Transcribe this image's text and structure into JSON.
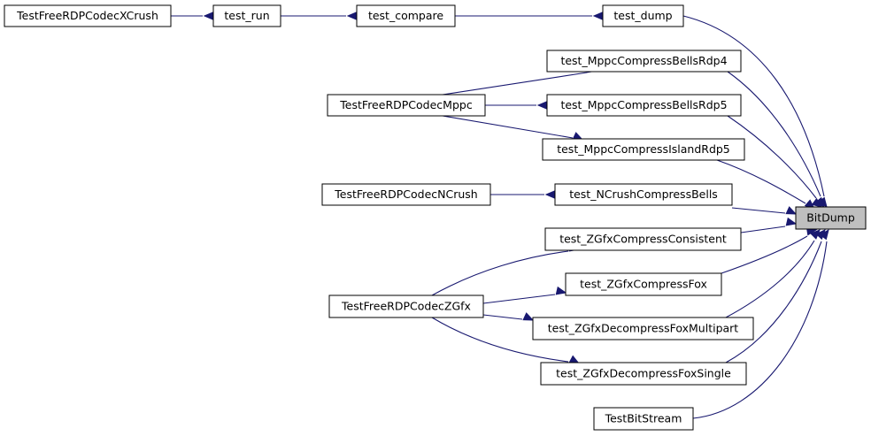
{
  "graph": {
    "nodes": {
      "xcrush": "TestFreeRDPCodecXCrush",
      "test_run": "test_run",
      "test_compare": "test_compare",
      "test_dump": "test_dump",
      "mppc_rdp4": "test_MppcCompressBellsRdp4",
      "mppc_main": "TestFreeRDPCodecMppc",
      "mppc_rdp5": "test_MppcCompressBellsRdp5",
      "mppc_island": "test_MppcCompressIslandRdp5",
      "ncrush_main": "TestFreeRDPCodecNCrush",
      "ncrush_bells": "test_NCrushCompressBells",
      "bitdump": "BitDump",
      "zgfx_consistent": "test_ZGfxCompressConsistent",
      "zgfx_fox": "test_ZGfxCompressFox",
      "zgfx_main": "TestFreeRDPCodecZGfx",
      "zgfx_multipart": "test_ZGfxDecompressFoxMultipart",
      "zgfx_single": "test_ZGfxDecompressFoxSingle",
      "bitstream": "TestBitStream"
    },
    "edges": [
      [
        "xcrush",
        "test_run"
      ],
      [
        "test_run",
        "test_compare"
      ],
      [
        "test_compare",
        "test_dump"
      ],
      [
        "test_dump",
        "bitdump"
      ],
      [
        "mppc_main",
        "mppc_rdp4"
      ],
      [
        "mppc_main",
        "mppc_rdp5"
      ],
      [
        "mppc_main",
        "mppc_island"
      ],
      [
        "mppc_rdp4",
        "bitdump"
      ],
      [
        "mppc_rdp5",
        "bitdump"
      ],
      [
        "mppc_island",
        "bitdump"
      ],
      [
        "ncrush_main",
        "ncrush_bells"
      ],
      [
        "ncrush_bells",
        "bitdump"
      ],
      [
        "zgfx_main",
        "zgfx_consistent"
      ],
      [
        "zgfx_main",
        "zgfx_fox"
      ],
      [
        "zgfx_main",
        "zgfx_multipart"
      ],
      [
        "zgfx_main",
        "zgfx_single"
      ],
      [
        "zgfx_consistent",
        "bitdump"
      ],
      [
        "zgfx_fox",
        "bitdump"
      ],
      [
        "zgfx_multipart",
        "bitdump"
      ],
      [
        "zgfx_single",
        "bitdump"
      ],
      [
        "bitstream",
        "bitdump"
      ]
    ],
    "colors": {
      "edge": "#191970",
      "node_border": "#000000",
      "node_fill": "#ffffff",
      "target_fill": "#bfbfbf"
    }
  }
}
